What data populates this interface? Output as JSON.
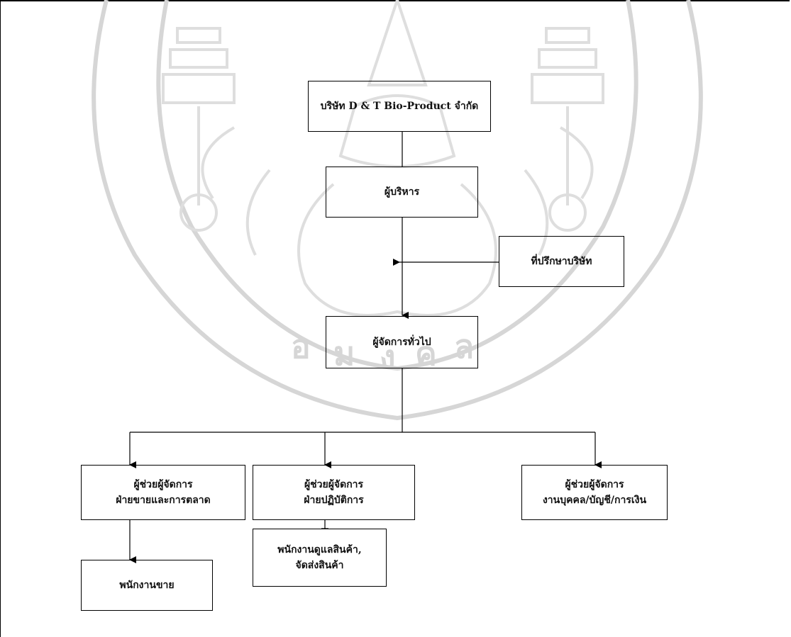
{
  "title": {
    "company": "บริษัท  D & T Bio-Product จำกัด"
  },
  "nodes": {
    "executive": "ผู้บริหาร",
    "advisor": "ที่ปรึกษาบริษัท",
    "general_manager": "ผู้จัดการทั่วไป",
    "sales_marketing_line1": "ผู้ช่วยผู้จัดการ",
    "sales_marketing_line2": "ฝ่ายขายและการตลาด",
    "operations_line1": "ผู้ช่วยผู้จัดการ",
    "operations_line2": "ฝ่ายปฏิบัติการ",
    "hr_finance_line1": "ผู้ช่วยผู้จัดการ",
    "hr_finance_line2": "งานบุคคล/บัญชี/การเงิน",
    "sales_staff": "พนักงานขาย",
    "warehouse_line1": "พนักงานดูแลสินค้า,",
    "warehouse_line2": "จัดส่งสินค้า"
  },
  "colors": {
    "line": "#000000",
    "watermark": "#d9d9d9"
  }
}
